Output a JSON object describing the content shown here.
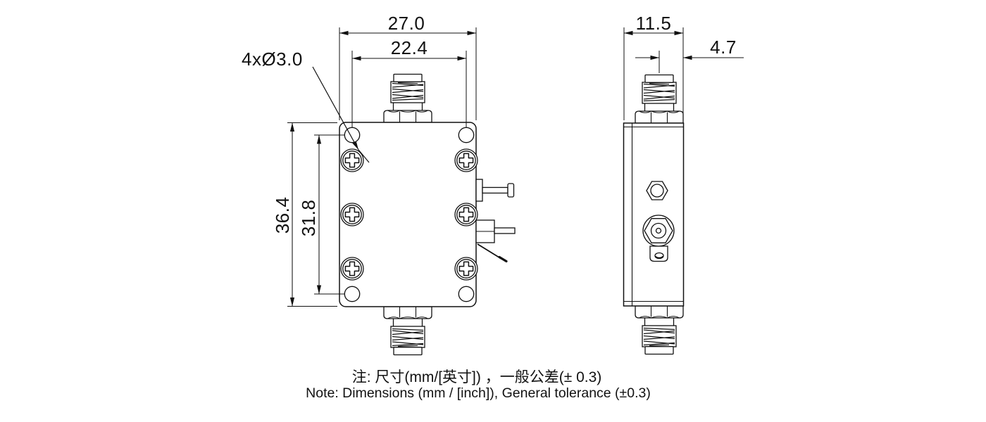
{
  "drawing": {
    "front_view": {
      "width_label": "27.0",
      "hole_span_label": "22.4",
      "height_label": "36.4",
      "hole_span_vertical_label": "31.8",
      "hole_callout_label": "4xØ3.0"
    },
    "side_view": {
      "depth_label": "11.5",
      "connector_offset_label": "4.7"
    },
    "notes": {
      "zh": "注: 尺寸(mm/[英寸]) ，一般公差(± 0.3)",
      "en": "Note: Dimensions (mm / [inch]), General tolerance (±0.3)"
    },
    "colors": {
      "ink": "#111111",
      "background": "#ffffff"
    }
  }
}
